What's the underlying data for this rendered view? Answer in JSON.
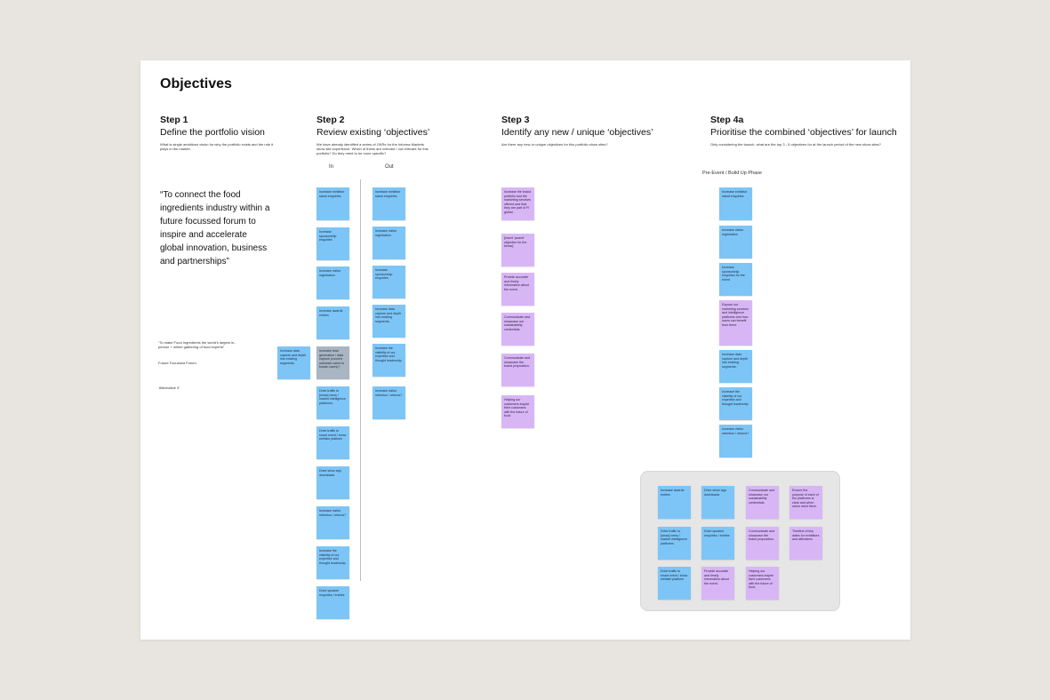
{
  "colors": {
    "blue": "#7dc5f7",
    "purple": "#d8b6f6",
    "grey": "#aab5c2",
    "board": "#ffffff",
    "background": "#e8e4e0"
  },
  "board": {
    "title": "Objectives"
  },
  "steps": [
    {
      "label": "Step 1",
      "heading": "Define the portfolio vision",
      "description": "What is single ambitious vision for why the portfolio exists and the role it plays in the market."
    },
    {
      "label": "Step 2",
      "heading": "Review existing ‘objectives’",
      "description": "We have already identified a series of OKRs for the Informa Markets show site experience. Which of these are relevant / not relevant for this portfolio? Do they need to be more specific?"
    },
    {
      "label": "Step 3",
      "heading": "Identify any new / unique ‘objectives’",
      "description": "Are there any new or unique objectives for this portfolio show sites?"
    },
    {
      "label": "Step 4a",
      "heading": "Prioritise the combined ‘objectives’ for launch",
      "description": "Only considering the launch, what are the top 3 - 5 objectives for at the launch period of the new show sites?"
    }
  ],
  "step1": {
    "vision_quote": "“To connect the food ingredients industry within a future focussed forum to inspire and accelerate global innovation, business and partnerships”",
    "note1": "“To make Food Ingredients the world’s largest in-person + online gathering of food experts”",
    "note2": "Future Focussed Forum",
    "note3": "‘Alternative 3’",
    "side_sticky": "Increase data capture and depth into existing segments."
  },
  "step2": {
    "in_label": "In",
    "out_label": "Out",
    "in_stickies": [
      "Increase exhibitor stand enquiries.",
      "Increase sponsorship enquiries",
      "Increase visitor registration",
      "Increase awards entries",
      "Increase lead generation / data capture (convert unknown users to known users)?",
      "Drive traffic to [show] news / market intelligence platforms.",
      "Drive traffic to smart event / show website platform",
      "Drive show app downloads",
      "Increase visitor retention / returns?",
      "Increase the visibility of our expertise and thought leadership",
      "Drive speaker enquiries / entries"
    ],
    "out_stickies": [
      "Increase exhibitor stand enquiries.",
      "Increase visitor registration",
      "Increase sponsorship enquiries.",
      "Increase data capture and depth into existing segments.",
      "Increase the visibility of our expertise and thought leadership",
      "Increase visitor retention / returns?"
    ]
  },
  "step3": {
    "stickies": [
      "Increase the brand portfolio and the marketing services offered and that they are part of FI global.",
      "[Insert ‘parent’ objective for the below]",
      "Provide accurate and timely information about the event.",
      "Communicate and showcase our sustainability credentials.",
      "Communicate and showcase the brand proposition.",
      "Helping our customers inspire their customers with the future of food."
    ]
  },
  "step4a": {
    "phase_label": "Pre-Event / Build Up Phase",
    "stickies": [
      "Increase exhibitor stand enquiries",
      "Increase visitor registration",
      "Increase sponsorship enquiries for the event",
      "Expose our marketing services and intelligence platforms and how users can benefit from them.",
      "Increase data capture and depth into existing segments.",
      "Increase the visibility of our expertise and thought leadership",
      "Increase visitor retention / returns?"
    ],
    "group": [
      "Increase awards entries",
      "Drive show app downloads",
      "Communicate and showcase our sustainability credentials.",
      "Ensure the purpose of each of the platforms is clear and when users need them.",
      "Drive traffic to [show] news / market intelligence platforms",
      "Drive speaker enquiries / entries",
      "Communicate and showcase the brand proposition.",
      "Timeline of key dates for exhibitors and attendees",
      "Drive traffic to smart event / show website platform",
      "Provide accurate and timely information about the event.",
      "Helping our customers inspire their customers with the future of food."
    ]
  }
}
